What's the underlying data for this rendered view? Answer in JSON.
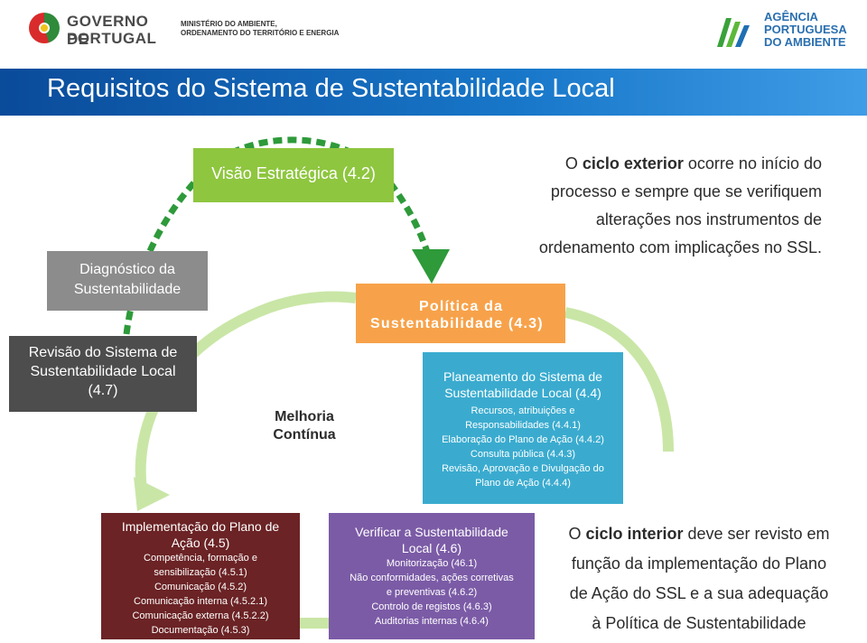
{
  "header": {
    "gov_logo_line1": "GOVERNO DE",
    "gov_logo_line2": "PORTUGAL",
    "ministry_line1": "MINISTÉRIO DO AMBIENTE,",
    "ministry_line2": "ORDENAMENTO DO TERRITÓRIO E ENERGIA",
    "apa_line1": "AGÊNCIA",
    "apa_line2": "PORTUGUESA",
    "apa_line3": "DO AMBIENTE"
  },
  "title": "Requisitos do Sistema de Sustentabilidade Local",
  "boxes": {
    "visao": "Visão Estratégica (4.2)",
    "diagnostico_line1": "Diagnóstico da",
    "diagnostico_line2": "Sustentabilidade",
    "revisao_line1": "Revisão do Sistema de",
    "revisao_line2": "Sustentabilidade Local",
    "revisao_line3": "(4.7)",
    "politica_line1": "Política da",
    "politica_line2": "Sustentabilidade (4.3)",
    "planeamento": {
      "head_line1": "Planeamento do Sistema de",
      "head_line2": "Sustentabilidade Local (4.4)",
      "items": [
        "Recursos, atribuições e",
        "Responsabilidades (4.4.1)",
        "Elaboração do Plano de Ação (4.4.2)",
        "Consulta pública (4.4.3)",
        "Revisão, Aprovação e Divulgação do",
        "Plano de Ação (4.4.4)"
      ]
    },
    "implementacao": {
      "head_line1": "Implementação do Plano de",
      "head_line2": "Ação (4.5)",
      "items": [
        "Competência, formação e",
        "sensibilização (4.5.1)",
        "Comunicação (4.5.2)",
        "Comunicação interna (4.5.2.1)",
        "Comunicação externa (4.5.2.2)",
        "Documentação (4.5.3)"
      ]
    },
    "verificar": {
      "head_line1": "Verificar a Sustentabilidade",
      "head_line2": "Local (4.6)",
      "items": [
        "Monitorização (46.1)",
        "Não conformidades, ações corretivas",
        "e preventivas (4.6.2)",
        "Controlo de registos (4.6.3)",
        "Auditorias internas (4.6.4)"
      ]
    }
  },
  "melhoria_line1": "Melhoria",
  "melhoria_line2": "Contínua",
  "para_exterior": {
    "pre": "O ",
    "bold": "ciclo exterior",
    "post_line1": " ocorre no início do",
    "line2": "processo e sempre que se verifiquem",
    "line3": "alterações nos instrumentos de",
    "line4": "ordenamento com implicações no SSL."
  },
  "para_interior": {
    "pre": "O ",
    "bold": "ciclo interior",
    "post_line1": " deve ser revisto em",
    "line2": "função da implementação do Plano",
    "line3": "de Ação do SSL e a sua adequação",
    "line4": "à Política de Sustentabilidade"
  },
  "colors": {
    "green": "#8ec63f",
    "dark_green_dashes": "#2e9a3a",
    "orange": "#f7a24a",
    "blue": "#3aabcf",
    "maroon": "#6b2325",
    "purple": "#7b5ba6",
    "title_bar": "#1263b5"
  }
}
